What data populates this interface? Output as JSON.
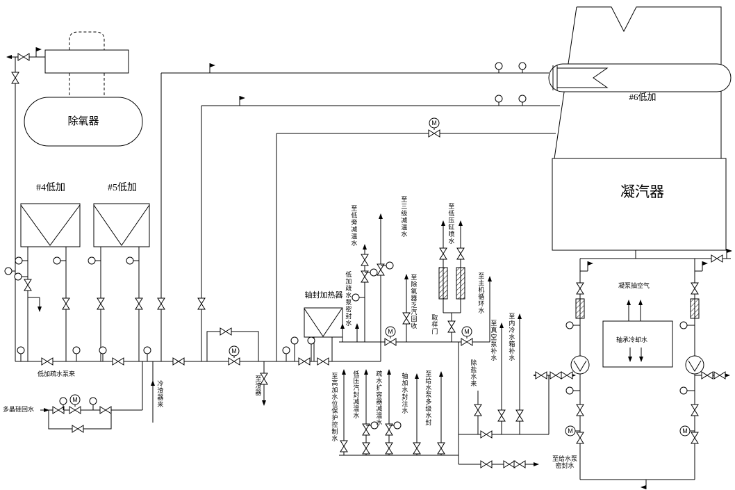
{
  "equipment": {
    "deaerator": "除氧器",
    "heater4": "#4低加",
    "heater5": "#5低加",
    "heater6": "#6低加",
    "condenser": "凝汽器",
    "gland_heater": "轴封加热器"
  },
  "pipes": {
    "lp_drain_pump_in": "低加疏水泵来",
    "poly_si_return": "多晶硅回水",
    "slag_cooler_in": "冷渣器来",
    "to_slag": "至渣器",
    "to_lp_bypass_spray": "至低旁减温水",
    "lp_drain_pump_seal": "低加疏水泵密封水",
    "to_stage3_spray": "至三级减温水",
    "to_deaerator_recovery": "至除氧器乏汽回收",
    "to_lp_cyl_spray": "至低压缸喷水",
    "sample_valve": "取样门",
    "to_main_circ": "至主机循环水",
    "demin_water_in": "除盐水来",
    "to_vacuum_pump": "至真空泵补水",
    "to_inner_cool_tank": "至内冷水箱补水",
    "to_hp_level_ctrl": "至高加水位保护控制水",
    "lp_gland_spray": "低压汽封减温水",
    "drain_flash_spray": "疏水扩容器减温水",
    "gland_heater_seal": "轴加水封注水",
    "to_feed_pump_multiseal": "至给水泵多级水封",
    "to_feed_pump_seal_line1": "至给水泵",
    "to_feed_pump_seal_line2": "密封水",
    "cond_pump_air": "凝泵抽空气",
    "bearing_cooling": "轴承冷却水"
  },
  "symbols": {
    "motor_valve": "M"
  },
  "colors": {
    "line": "#000000",
    "background": "#ffffff"
  }
}
